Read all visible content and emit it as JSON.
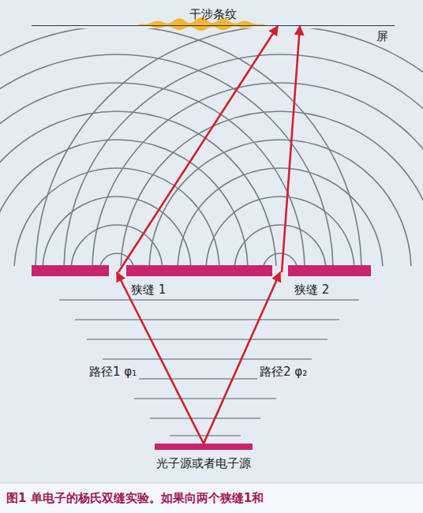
{
  "diagram": {
    "caption": "图1 单电子的杨氏双缝实验。如果向两个狭缝1和",
    "nodes": [
      {
        "text": [
          "干涉条纹"
        ]
      },
      {
        "text": [
          "狭缝 1"
        ]
      },
      {
        "text": [
          "狭缝 2"
        ]
      },
      {
        "text": [
          "光子源或者电子源"
        ]
      }
    ],
    "edges": [
      {
        "from": 3,
        "to": 1,
        "arrow": "to",
        "label": "路径1 φ₁"
      },
      {
        "from": 3,
        "to": 2,
        "arrow": "to",
        "label": "路径2 φ₂"
      },
      {
        "from": 1,
        "to": 0,
        "arrow": "to"
      },
      {
        "from": 2,
        "to": 0,
        "arrow": "to"
      }
    ],
    "labels": [
      "屏"
    ]
  }
}
